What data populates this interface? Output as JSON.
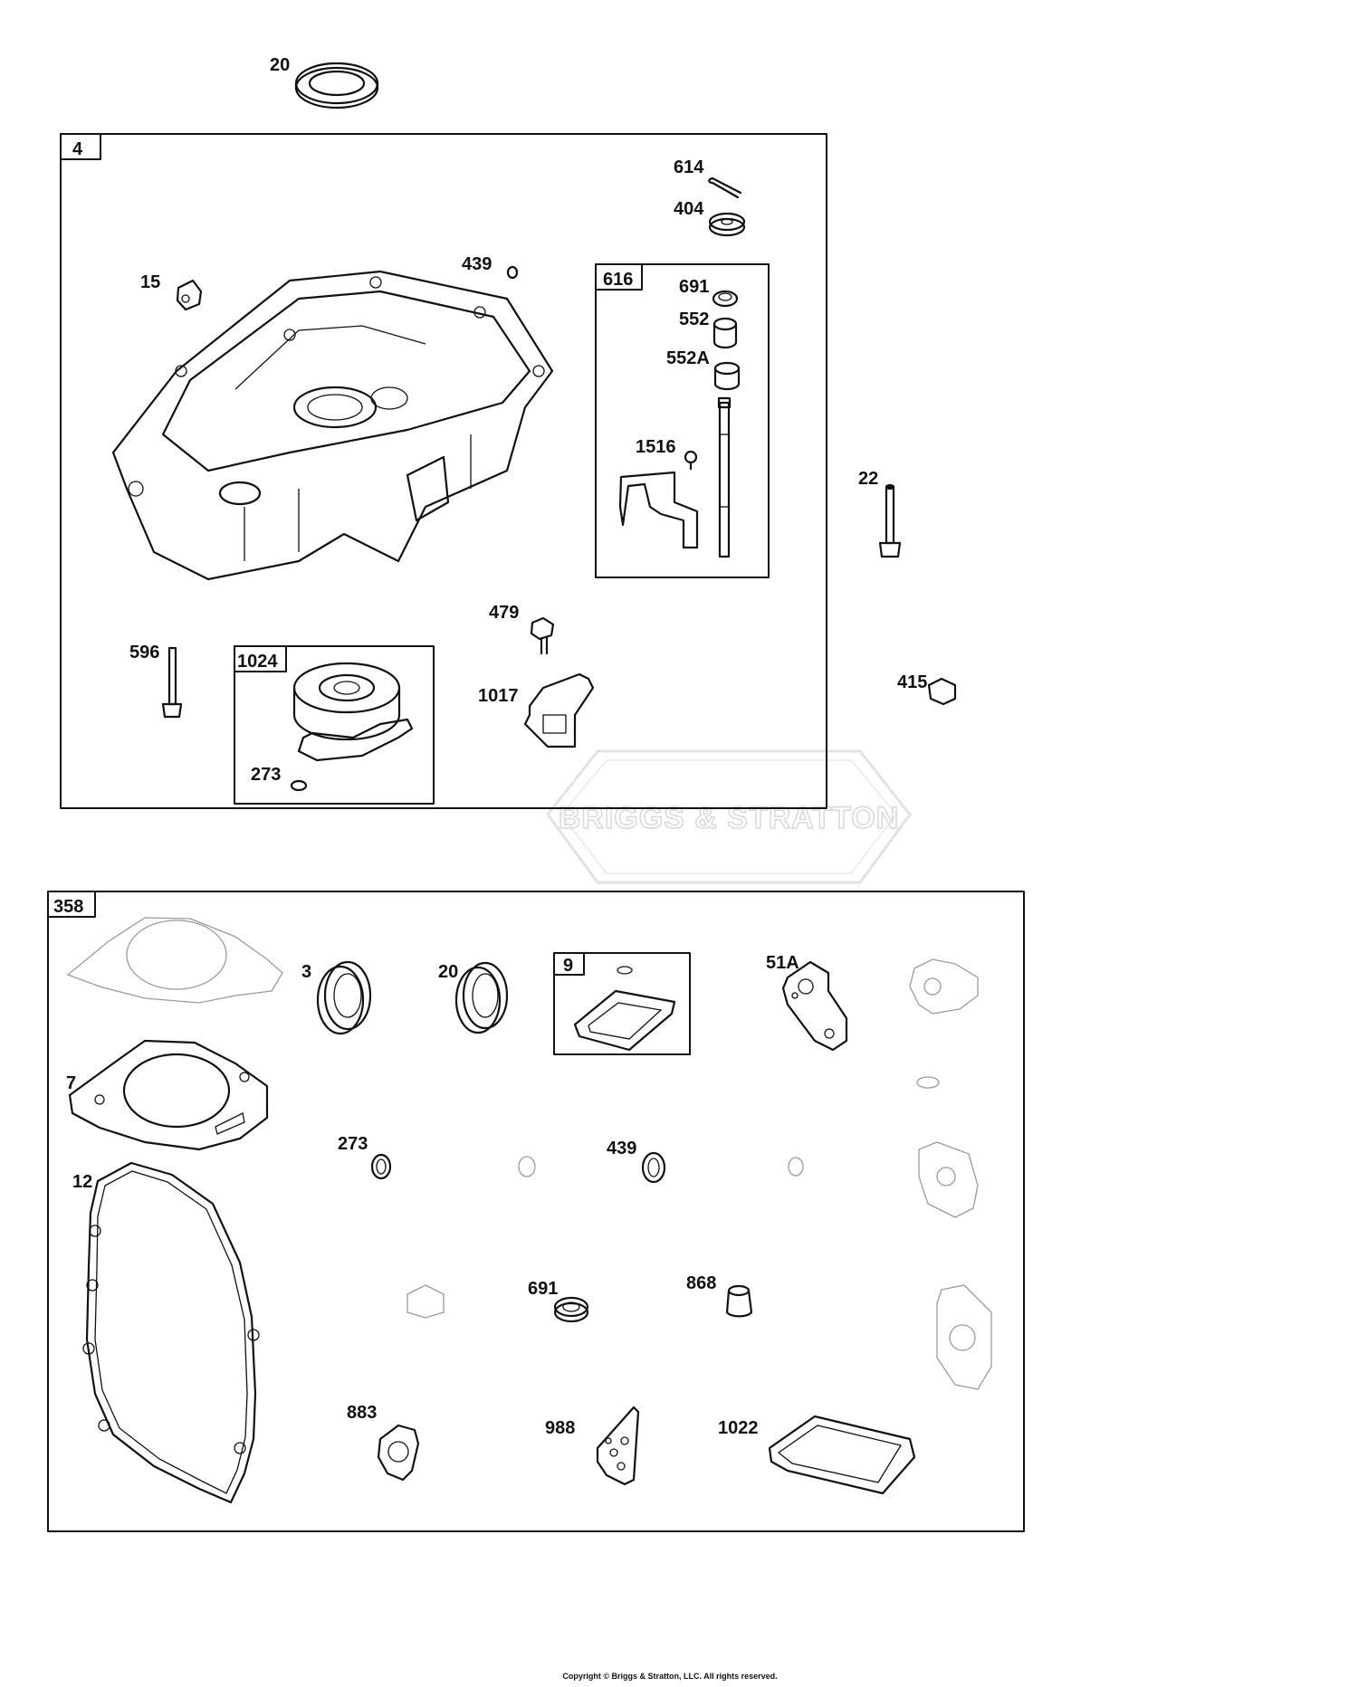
{
  "boxes": {
    "box_4": "4",
    "box_616": "616",
    "box_1024": "1024",
    "box_358": "358",
    "box_9": "9"
  },
  "callouts": {
    "p20_top": "20",
    "p614": "614",
    "p404": "404",
    "p439": "439",
    "p15": "15",
    "p691": "691",
    "p552": "552",
    "p552a": "552A",
    "p1516": "1516",
    "p22": "22",
    "p479": "479",
    "p596": "596",
    "p1017": "1017",
    "p273": "273",
    "p415": "415",
    "g3": "3",
    "g20": "20",
    "g51a": "51A",
    "g7": "7",
    "g273": "273",
    "g439": "439",
    "g12": "12",
    "g691": "691",
    "g868": "868",
    "g883": "883",
    "g988": "988",
    "g1022": "1022"
  },
  "watermark": "BRIGGS & STRATTON",
  "copyright": "Copyright © Briggs & Stratton, LLC. All rights reserved."
}
